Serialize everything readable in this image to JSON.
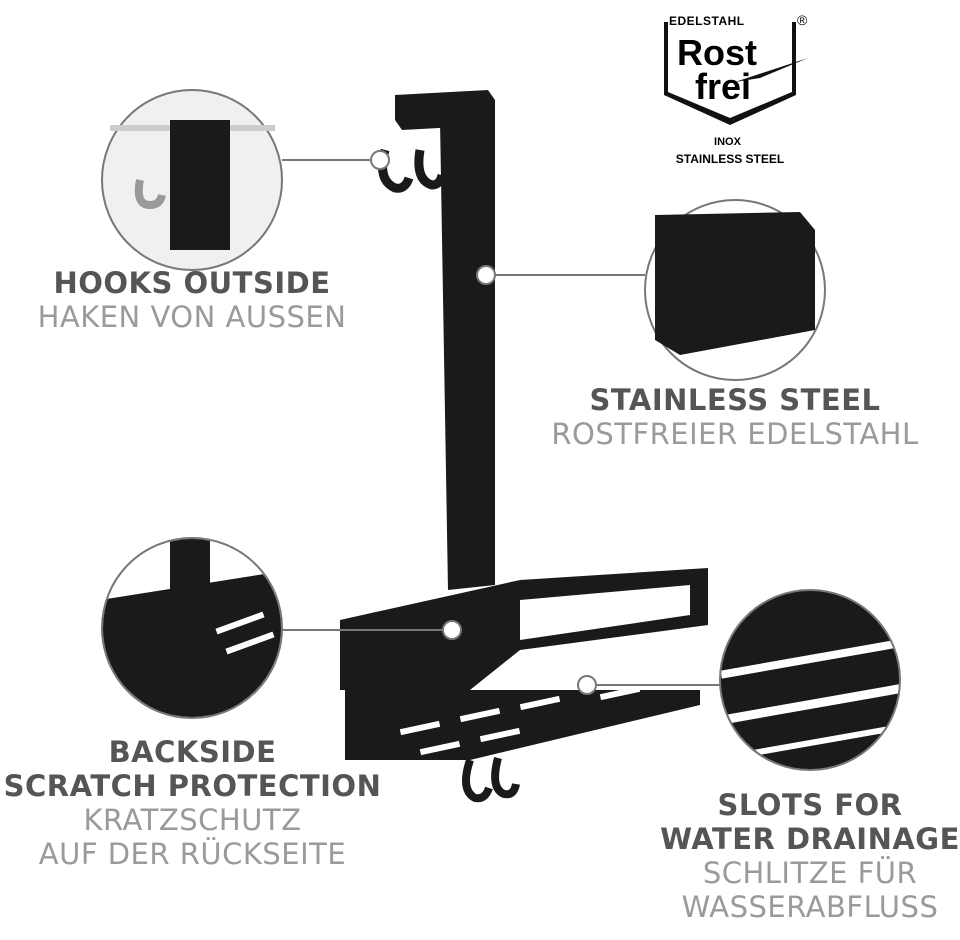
{
  "logo": {
    "top_text": "EDELSTAHL",
    "registered": "®",
    "line1": "Rost",
    "line2": "frei",
    "inox": "INOX",
    "stainless": "STAINLESS STEEL"
  },
  "features": [
    {
      "title": "HOOKS OUTSIDE",
      "subtitle": "HAKEN VON AUSSEN"
    },
    {
      "title": "STAINLESS STEEL",
      "subtitle": "ROSTFREIER EDELSTAHL"
    },
    {
      "title_lines": [
        "BACKSIDE",
        "SCRATCH PROTECTION"
      ],
      "subtitle_lines": [
        "KRATZSCHUTZ",
        "AUF DER RÜCKSEITE"
      ]
    },
    {
      "title_lines": [
        "SLOTS FOR",
        "WATER DRAINAGE"
      ],
      "subtitle_lines": [
        "SCHLITZE FÜR",
        "WASSERABFLUSS"
      ]
    }
  ],
  "colors": {
    "product": "#1a1a1a",
    "title": "#555555",
    "subtitle": "#9a9a9a",
    "callout_line": "#777777"
  }
}
